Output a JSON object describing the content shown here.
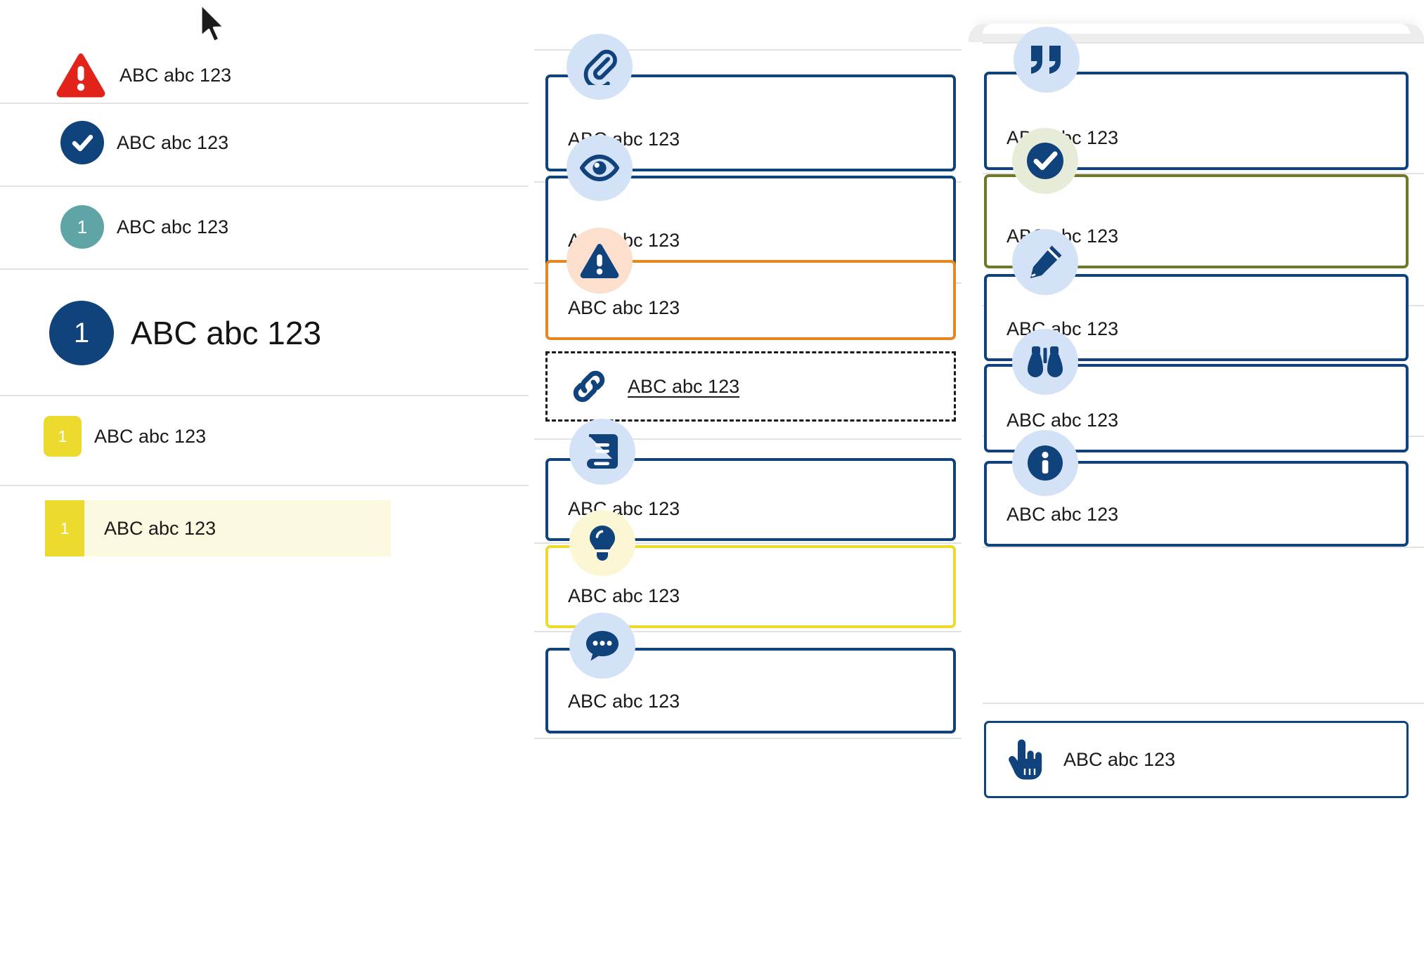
{
  "sample_text": "ABC abc 123",
  "colors": {
    "navy": "#10427c",
    "red": "#e2231a",
    "teal": "#5fa5a8",
    "yellow": "#ecdb2e",
    "orange": "#e8861f",
    "olive": "#6e7a2a",
    "bubble_blue": "#d4e2f8",
    "bubble_peach": "#fce0cd",
    "bubble_mint": "#e6ecd8",
    "bubble_cream": "#fbf6d4",
    "highlight_bg": "#fbf9e0",
    "divider": "#e3e3e3"
  },
  "sidebar": {
    "items": [
      {
        "icon": "warning-triangle-icon",
        "badge": "",
        "label": "ABC abc 123"
      },
      {
        "icon": "check-circle-icon",
        "badge": "",
        "label": "ABC abc 123"
      },
      {
        "icon": "number-circle-icon",
        "badge": "1",
        "label": "ABC abc 123"
      },
      {
        "icon": "number-circle-large-icon",
        "badge": "1",
        "label": "ABC abc 123"
      },
      {
        "icon": "number-square-icon",
        "badge": "1",
        "label": "ABC abc 123"
      },
      {
        "icon": "number-bar-icon",
        "badge": "1",
        "label": "ABC abc 123"
      }
    ]
  },
  "middle_column": {
    "cards": [
      {
        "icon": "paperclip-icon",
        "label": "ABC abc 123",
        "style": "navy"
      },
      {
        "icon": "eye-icon",
        "label": "ABC abc 123",
        "style": "navy"
      },
      {
        "icon": "warning-triangle-icon",
        "label": "ABC abc 123",
        "style": "orange"
      },
      {
        "icon": "link-icon",
        "label": "ABC abc 123",
        "style": "dashed-link"
      },
      {
        "icon": "book-icon",
        "label": "ABC abc 123",
        "style": "navy"
      },
      {
        "icon": "lightbulb-icon",
        "label": "ABC abc 123",
        "style": "yellow"
      },
      {
        "icon": "comment-icon",
        "label": "ABC abc 123",
        "style": "navy"
      }
    ]
  },
  "right_column": {
    "cards": [
      {
        "icon": "quote-icon",
        "label": "ABC abc 123",
        "style": "navy"
      },
      {
        "icon": "check-circle-icon",
        "label": "ABC abc 123",
        "style": "olive"
      },
      {
        "icon": "pencil-icon",
        "label": "ABC abc 123",
        "style": "navy"
      },
      {
        "icon": "binoculars-icon",
        "label": "ABC abc 123",
        "style": "navy"
      },
      {
        "icon": "info-icon",
        "label": "ABC abc 123",
        "style": "navy"
      },
      {
        "icon": "pointing-hand-icon",
        "label": "ABC abc 123",
        "style": "navy-thin"
      }
    ]
  },
  "cursor": {
    "icon": "mouse-pointer-icon"
  }
}
